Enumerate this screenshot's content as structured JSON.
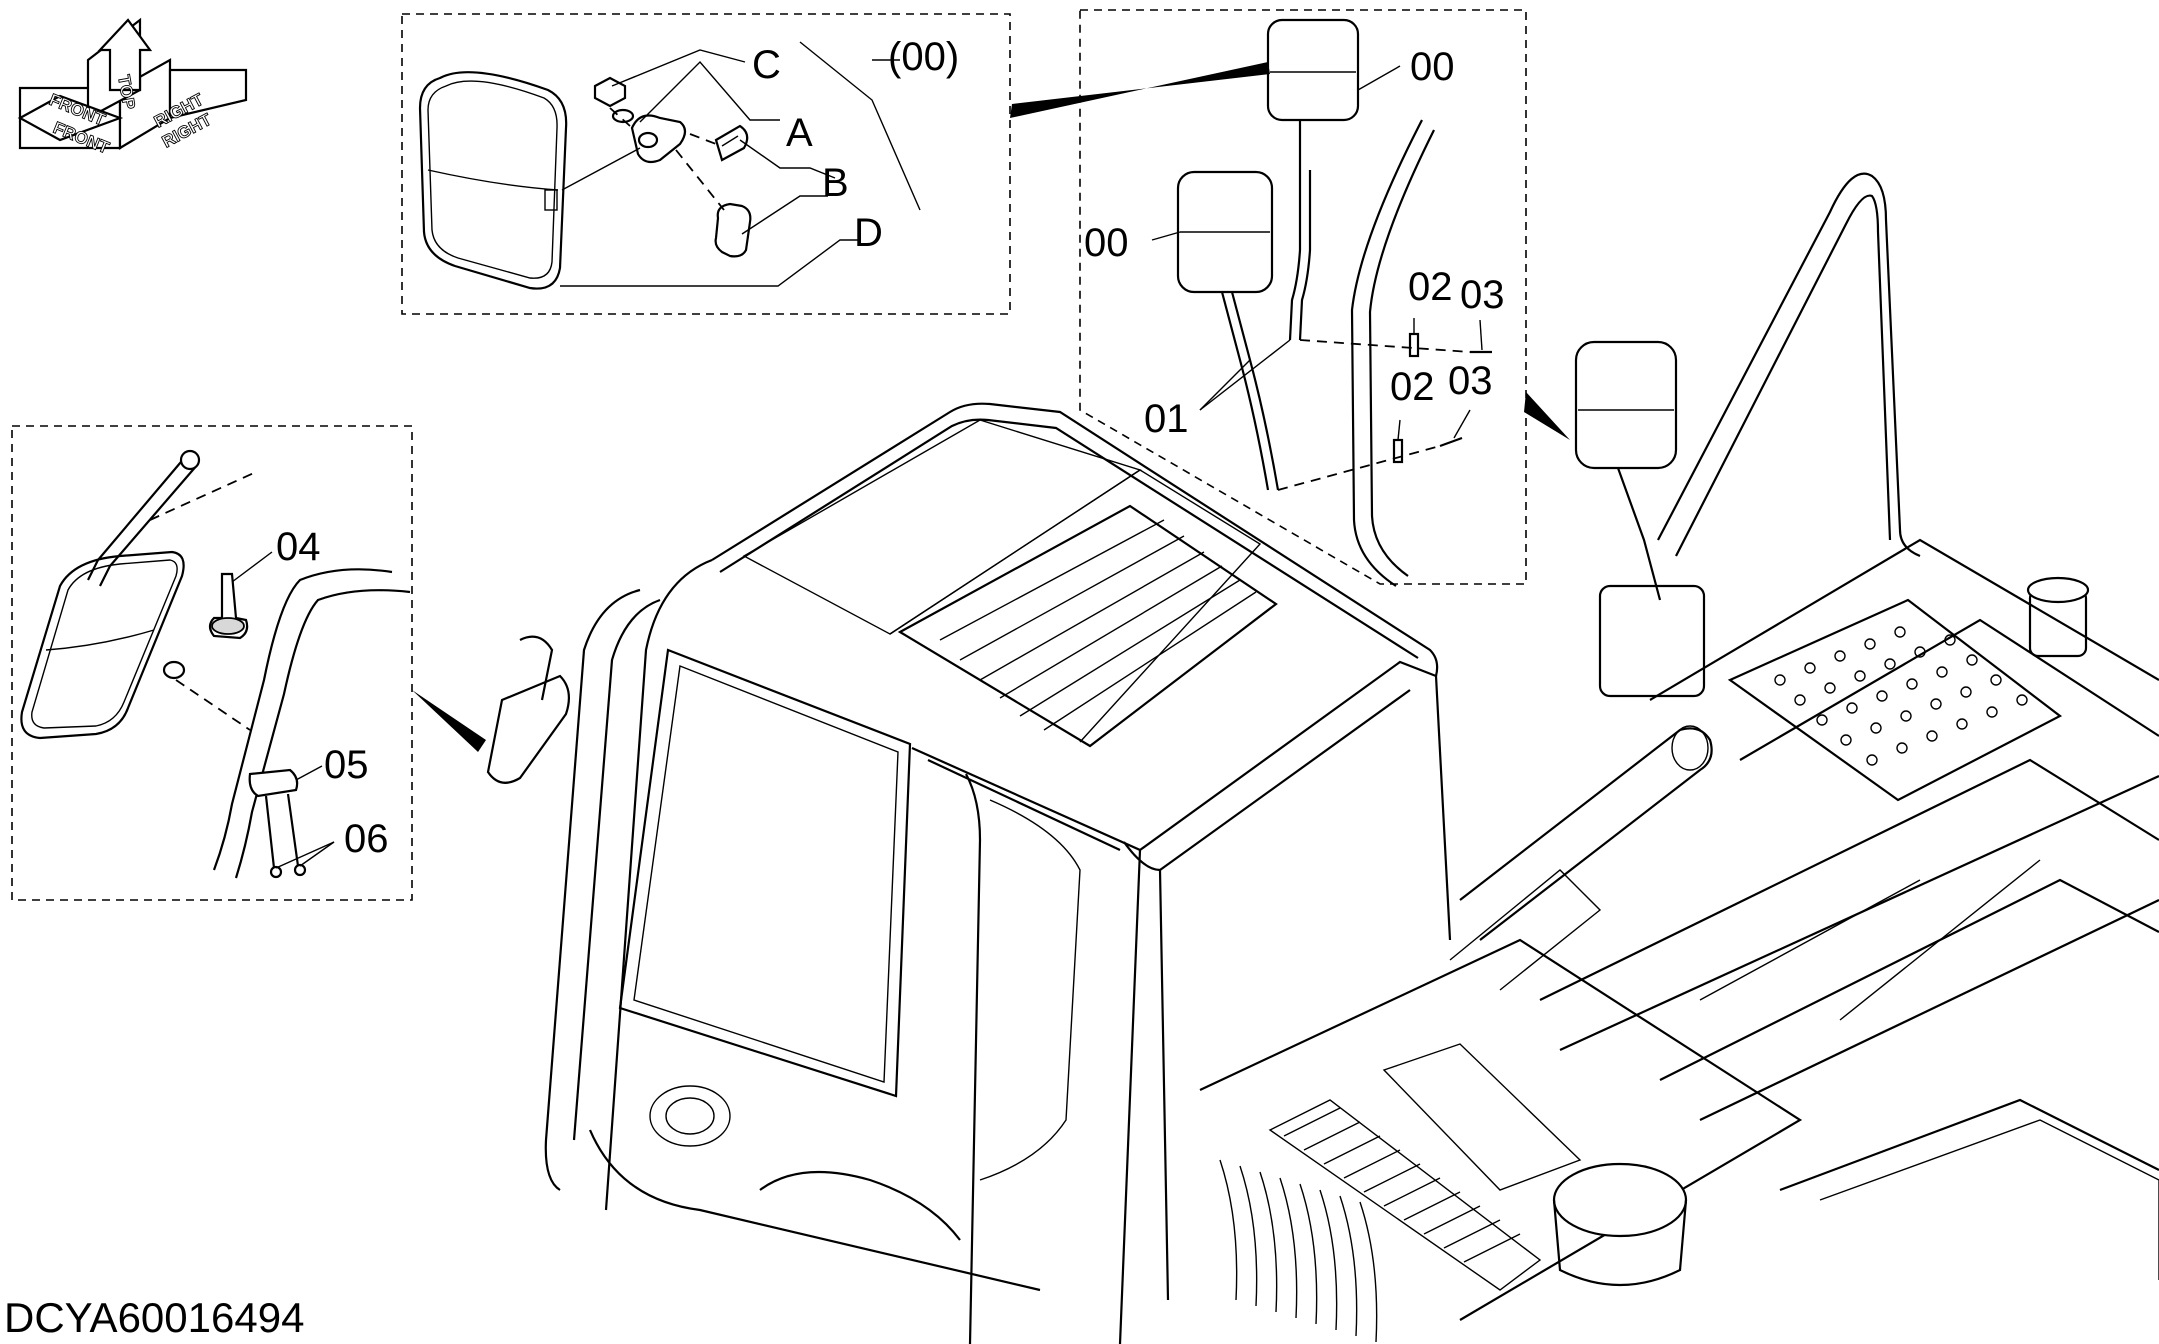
{
  "orientation": {
    "front": "FRONT",
    "top": "TOP",
    "right": "RIGHT"
  },
  "detail_mirror": {
    "label_c": "C",
    "label_group": "(00)",
    "label_a": "A",
    "label_b": "B",
    "label_d": "D"
  },
  "detail_right": {
    "label_mirror_top": "00",
    "label_mirror_left": "00",
    "label_stay": "01",
    "label_clip_upper": "02",
    "label_screw_upper": "03",
    "label_clip_lower": "02",
    "label_screw_lower": "03"
  },
  "detail_left": {
    "label_bracket_upper": "04",
    "label_bracket_lower": "05",
    "label_screws": "06"
  },
  "drawing_code": "DCYA60016494"
}
